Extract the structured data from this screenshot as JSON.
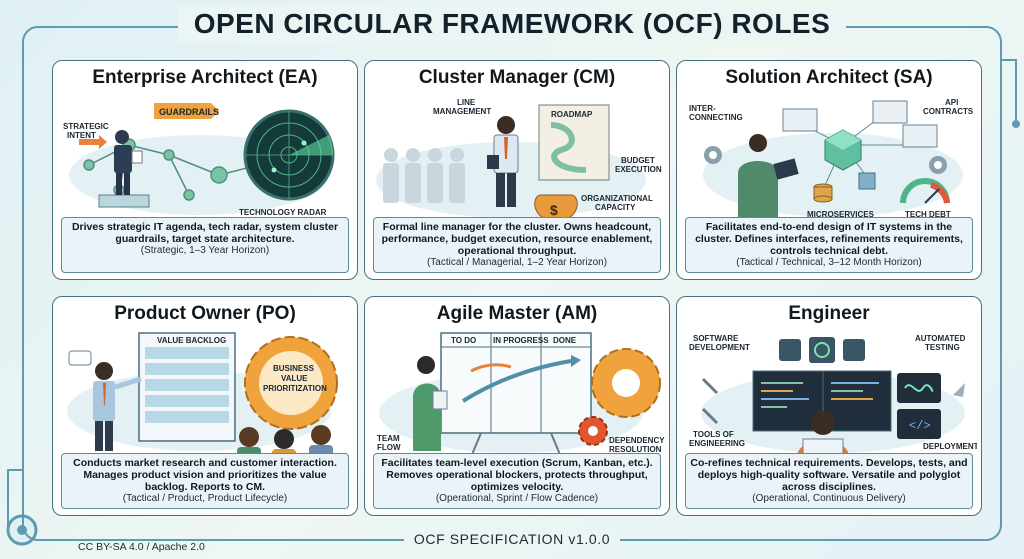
{
  "title": "OPEN CIRCULAR FRAMEWORK (OCF) ROLES",
  "footer": {
    "license": "CC BY-SA 4.0 / Apache 2.0",
    "spec": "OCF SPECIFICATION v1.0.0"
  },
  "roles": [
    {
      "title": "Enterprise Architect (EA)",
      "desc": "Drives strategic IT agenda, tech radar, system cluster guardrails, target state architecture.",
      "horizon": "(Strategic, 1–3 Year Horizon)",
      "labels": {
        "intent_1": "STRATEGIC",
        "intent_2": "INTENT",
        "guardrails": "GUARDRAILS",
        "radar": "TECHNOLOGY RADAR"
      }
    },
    {
      "title": "Cluster Manager (CM)",
      "desc": "Formal line manager for the cluster. Owns headcount, performance, budget execution, resource enablement, operational throughput.",
      "horizon": "(Tactical / Managerial, 1–2 Year Horizon)",
      "labels": {
        "line_1": "LINE",
        "line_2": "MANAGEMENT",
        "roadmap": "ROADMAP",
        "budget_1": "BUDGET",
        "budget_2": "EXECUTION",
        "capacity_1": "ORGANIZATIONAL",
        "capacity_2": "CAPACITY"
      }
    },
    {
      "title": "Solution Architect (SA)",
      "desc": "Facilitates end-to-end design of IT systems in the cluster. Defines interfaces, refinements requirements, controls technical debt.",
      "horizon": "(Tactical / Technical, 3–12 Month Horizon)",
      "labels": {
        "inter_1": "INTER-",
        "inter_2": "CONNECTING",
        "api_1": "API",
        "api_2": "CONTRACTS",
        "micro": "MICROSERVICES",
        "debt": "TECH DEBT"
      }
    },
    {
      "title": "Product Owner (PO)",
      "desc": "Conducts market research and customer interaction. Manages product vision and prioritizes the value backlog. Reports to CM.",
      "horizon": "(Tactical / Product, Product Lifecycle)",
      "labels": {
        "backlog": "VALUE BACKLOG",
        "biz_1": "BUSINESS",
        "biz_2": "VALUE",
        "biz_3": "PRIORITIZATION"
      }
    },
    {
      "title": "Agile Master (AM)",
      "desc": "Facilitates team-level execution (Scrum, Kanban, etc.). Removes operational blockers, protects throughput, optimizes velocity.",
      "horizon": "(Operational, Sprint / Flow Cadence)",
      "labels": {
        "todo": "TO DO",
        "progress": "IN PROGRESS",
        "done": "DONE",
        "team_1": "TEAM",
        "team_2": "FLOW",
        "dep_1": "DEPENDENCY",
        "dep_2": "RESOLUTION"
      }
    },
    {
      "title": "Engineer",
      "desc": "Co-refines technical requirements. Develops, tests, and deploys high-quality software. Versatile and polyglot across disciplines.",
      "horizon": "(Operational, Continuous Delivery)",
      "labels": {
        "sw_1": "SOFTWARE",
        "sw_2": "DEVELOPMENT",
        "auto_1": "AUTOMATED",
        "auto_2": "TESTING",
        "tools_1": "TOOLS OF",
        "tools_2": "ENGINEERING",
        "deploy": "DEPLOYMENT"
      }
    }
  ]
}
